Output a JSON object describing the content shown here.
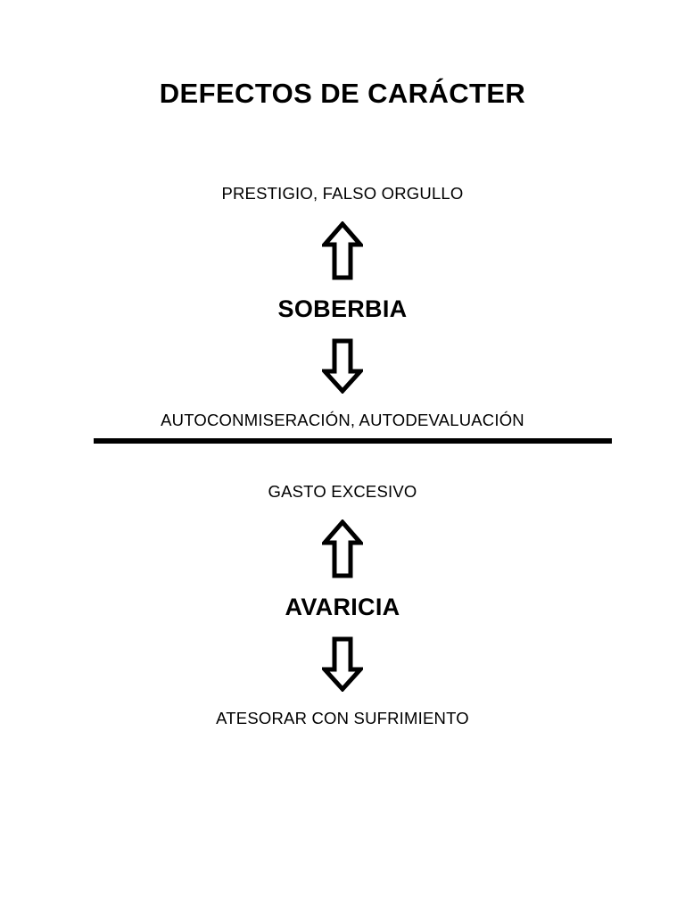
{
  "document": {
    "title": "DEFECTOS DE CARÁCTER",
    "background_color": "#ffffff",
    "text_color": "#000000"
  },
  "divider": {
    "name": "section-divider",
    "color": "#000000"
  },
  "blocks": [
    {
      "id": "soberbia",
      "excess_label": "PRESTIGIO, FALSO ORGULLO",
      "up_arrow_icon": "arrow-up-icon",
      "defect_name": "SOBERBIA",
      "down_arrow_icon": "arrow-down-icon",
      "deficiency_label": "AUTOCONMISERACIÓN, AUTODEVALUACIÓN"
    },
    {
      "id": "avaricia",
      "excess_label": "GASTO EXCESIVO",
      "up_arrow_icon": "arrow-up-icon",
      "defect_name": "AVARICIA",
      "down_arrow_icon": "arrow-down-icon",
      "deficiency_label": "ATESORAR CON SUFRIMIENTO"
    }
  ]
}
